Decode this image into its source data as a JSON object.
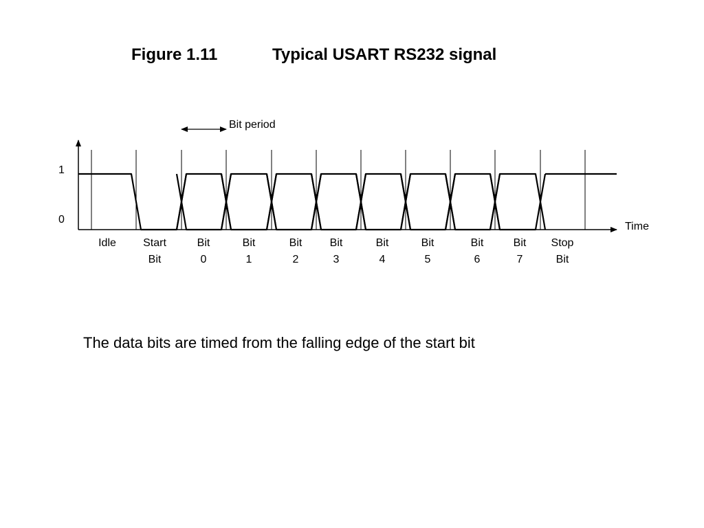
{
  "title": {
    "figure_number": "Figure 1.11",
    "figure_title": "Typical USART RS232 signal"
  },
  "diagram": {
    "bit_period_label": "Bit period",
    "y_level_high": "1",
    "y_level_low": "0",
    "x_axis_label": "Time",
    "segments": [
      {
        "line1": "Idle",
        "line2": ""
      },
      {
        "line1": "Start",
        "line2": "Bit"
      },
      {
        "line1": "Bit",
        "line2": "0"
      },
      {
        "line1": "Bit",
        "line2": "1"
      },
      {
        "line1": "Bit",
        "line2": "2"
      },
      {
        "line1": "Bit",
        "line2": "3"
      },
      {
        "line1": "Bit",
        "line2": "4"
      },
      {
        "line1": "Bit",
        "line2": "5"
      },
      {
        "line1": "Bit",
        "line2": "6"
      },
      {
        "line1": "Bit",
        "line2": "7"
      },
      {
        "line1": "Stop",
        "line2": "Bit"
      }
    ]
  },
  "caption": "The data bits are timed from the falling edge of the start bit"
}
